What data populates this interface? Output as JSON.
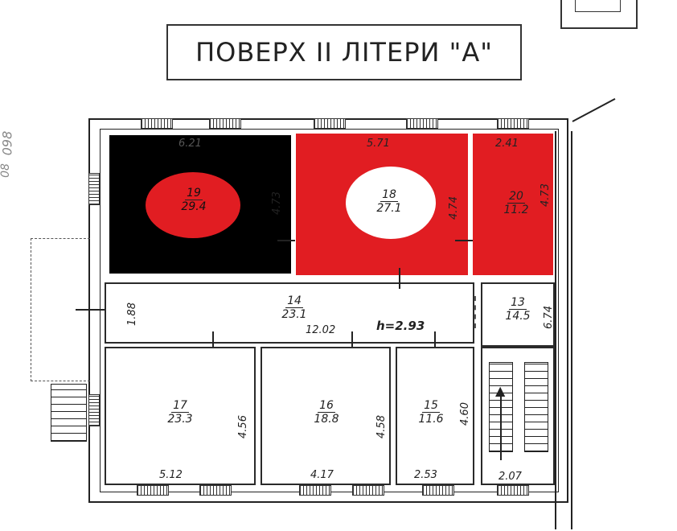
{
  "title": "ПОВЕРХ ІІ ЛІТЕРИ \"А\"",
  "rooms": [
    {
      "id": "19",
      "area": "29.4",
      "fill": "#000000",
      "blob": "#e11d22",
      "width_dim": "6.21",
      "depth_dim": "4.73"
    },
    {
      "id": "18",
      "area": "27.1",
      "fill": "#e11d22",
      "blob": "#ffffff",
      "width_dim": "5.71",
      "depth_dim": "4.74"
    },
    {
      "id": "20",
      "area": "11.2",
      "fill": "#e11d22",
      "width_dim": "2.41",
      "depth_dim": "4.73"
    },
    {
      "id": "14",
      "area": "23.1",
      "width_dim": "12.02",
      "depth_dim": "1.88",
      "height_note": "h=2.93"
    },
    {
      "id": "13",
      "area": "14.5",
      "depth_dim": "6.74"
    },
    {
      "id": "17",
      "area": "23.3",
      "width_dim": "5.12",
      "depth_dim": "4.56"
    },
    {
      "id": "16",
      "area": "18.8",
      "width_dim": "4.17",
      "depth_dim": "4.58"
    },
    {
      "id": "15",
      "area": "11.6",
      "width_dim": "2.53",
      "depth_dim": "4.60"
    }
  ],
  "stair_dim": "2.07",
  "margin_marks": [
    "098",
    "08"
  ],
  "colors": {
    "red": "#e11d22",
    "black": "#000000",
    "line": "#222222"
  }
}
